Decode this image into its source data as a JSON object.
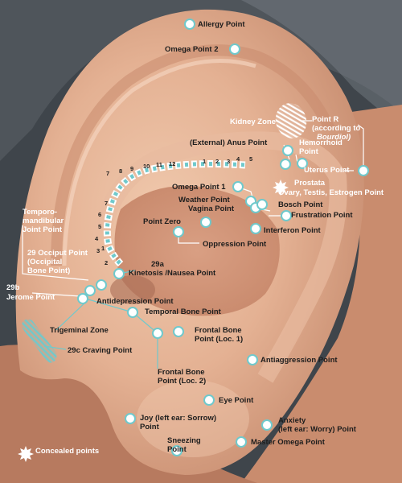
{
  "points": {
    "allergy": "Allergy Point",
    "omega2": "Omega Point 2",
    "kidney_zone": "Kidney Zone",
    "point_r_1": "Point R",
    "point_r_2": "(according to",
    "point_r_3": "Bourdiol)",
    "anus": "(External) Anus Point",
    "hemorrhoid_1": "Hemorrhoid",
    "hemorrhoid_2": "Point",
    "uterus": "Uterus Point",
    "omega1": "Omega Point 1",
    "prostata": "Prostata",
    "ovary": "Ovary, Testis, Estrogen Point",
    "weather": "Weather Point",
    "vagina": "Vagina Point",
    "bosch": "Bosch Point",
    "frustration": "Frustration Point",
    "temporo_1": "Temporo-",
    "temporo_2": "mandibular",
    "temporo_3": "Joint Point",
    "point_zero": "Point Zero",
    "interferon": "Interferon Point",
    "oppression": "Oppression Point",
    "occiput_1": "29 Occiput Point",
    "occiput_2": "(Occipital",
    "occiput_3": "Bone Point)",
    "kinetosis_num": "29a",
    "kinetosis": "Kinetosis /Nausea Point",
    "jerome_num": "29b",
    "jerome": "Jerome Point",
    "antidepression": "Antidepression Point",
    "temporal": "Temporal Bone Point",
    "trigeminal": "Trigeminal Zone",
    "frontal1_1": "Frontal Bone",
    "frontal1_2": "Point (Loc. 1)",
    "craving": "29c Craving Point",
    "antiaggression": "Antiaggression Point",
    "frontal2_1": "Frontal Bone",
    "frontal2_2": "Point (Loc. 2)",
    "eye": "Eye Point",
    "joy_1": "Joy (left ear: Sorrow)",
    "joy_2": "Point",
    "anxiety_1": "Anxiety",
    "anxiety_2": "(left ear: Worry) Point",
    "sneezing_1": "Sneezing",
    "sneezing_2": "Point",
    "master_omega": "Master Omega Point"
  },
  "spine_numbers_upper": [
    "7",
    "8",
    "9",
    "10",
    "11",
    "12",
    "1",
    "2",
    "3",
    "4",
    "5"
  ],
  "spine_numbers_lower": [
    "7",
    "6",
    "5",
    "4",
    "3",
    "2",
    "1"
  ],
  "legend": {
    "label": "Concealed points"
  },
  "colors": {
    "accent": "#6fc9cc",
    "marker": "#ffffff"
  }
}
